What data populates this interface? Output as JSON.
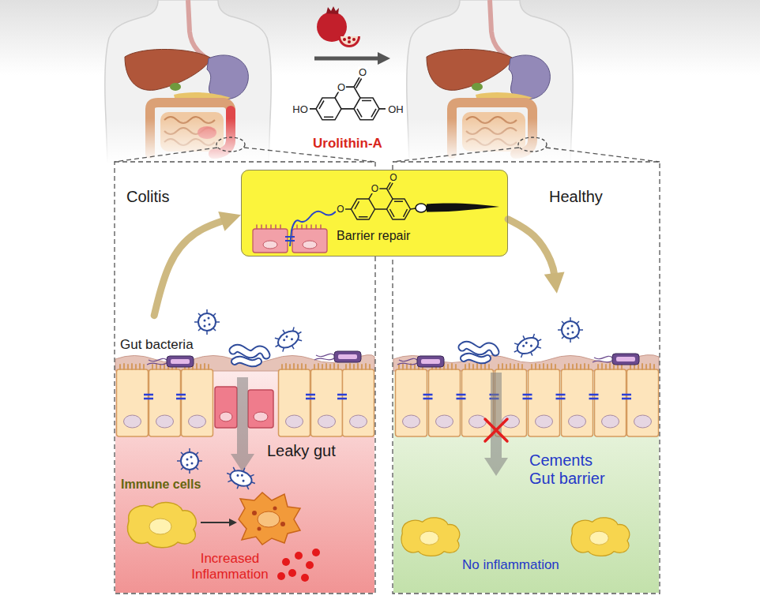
{
  "diagram": {
    "nodes": [
      {
        "text": [
          "Colitis",
          "Gut bacteria",
          "Leaky gut",
          "Immune cells",
          "Increased Inflammation"
        ]
      },
      {
        "text": [
          "Barrier repair"
        ]
      },
      {
        "text": [
          "Healthy",
          "Cements Gut barrier",
          "No inflammation"
        ]
      }
    ],
    "edges": [
      {
        "from": 0,
        "to": 1,
        "arrow": "to"
      },
      {
        "from": 1,
        "to": 2,
        "arrow": "to"
      }
    ],
    "labels": [
      "O",
      "O",
      "HO",
      "OH",
      "Urolithin-A",
      "O",
      "O",
      "O"
    ]
  }
}
